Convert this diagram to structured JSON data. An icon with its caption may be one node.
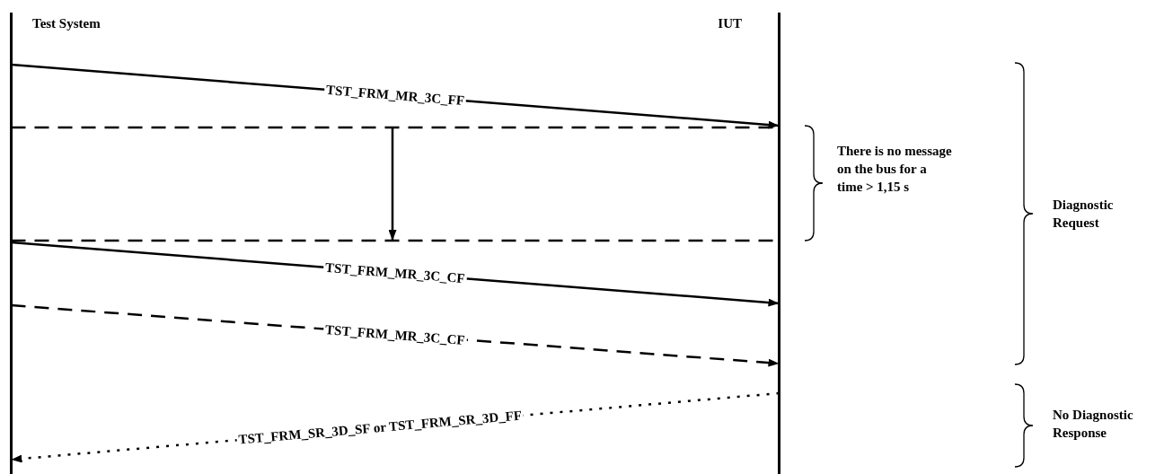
{
  "diagram": {
    "nodes": [
      {
        "text": [
          "Test System"
        ]
      },
      {
        "text": [
          "IUT"
        ]
      }
    ],
    "edges": [
      {
        "from": 0,
        "to": 1,
        "arrow": "to",
        "label": "TST_FRM_MR_3C_FF"
      },
      {
        "from": 0,
        "to": 1,
        "arrow": "none",
        "style": "dashed"
      },
      {
        "from": 0,
        "to": 1,
        "arrow": "none",
        "style": "dashed"
      },
      {
        "from": 0,
        "to": 1,
        "arrow": "to",
        "label": "TST_FRM_MR_3C_CF"
      },
      {
        "from": 0,
        "to": 1,
        "arrow": "to",
        "label": "TST_FRM_MR_3C_CF",
        "style": "dashed"
      },
      {
        "from": 1,
        "to": 0,
        "arrow": "to",
        "label": "TST_FRM_SR_3D_SF or TST_FRM_SR_3D_FF",
        "style": "dashed"
      }
    ],
    "labels": [
      "There is no message on the bus for a time > 1,15 s",
      "Diagnostic Request",
      "No Diagnostic Response"
    ]
  }
}
